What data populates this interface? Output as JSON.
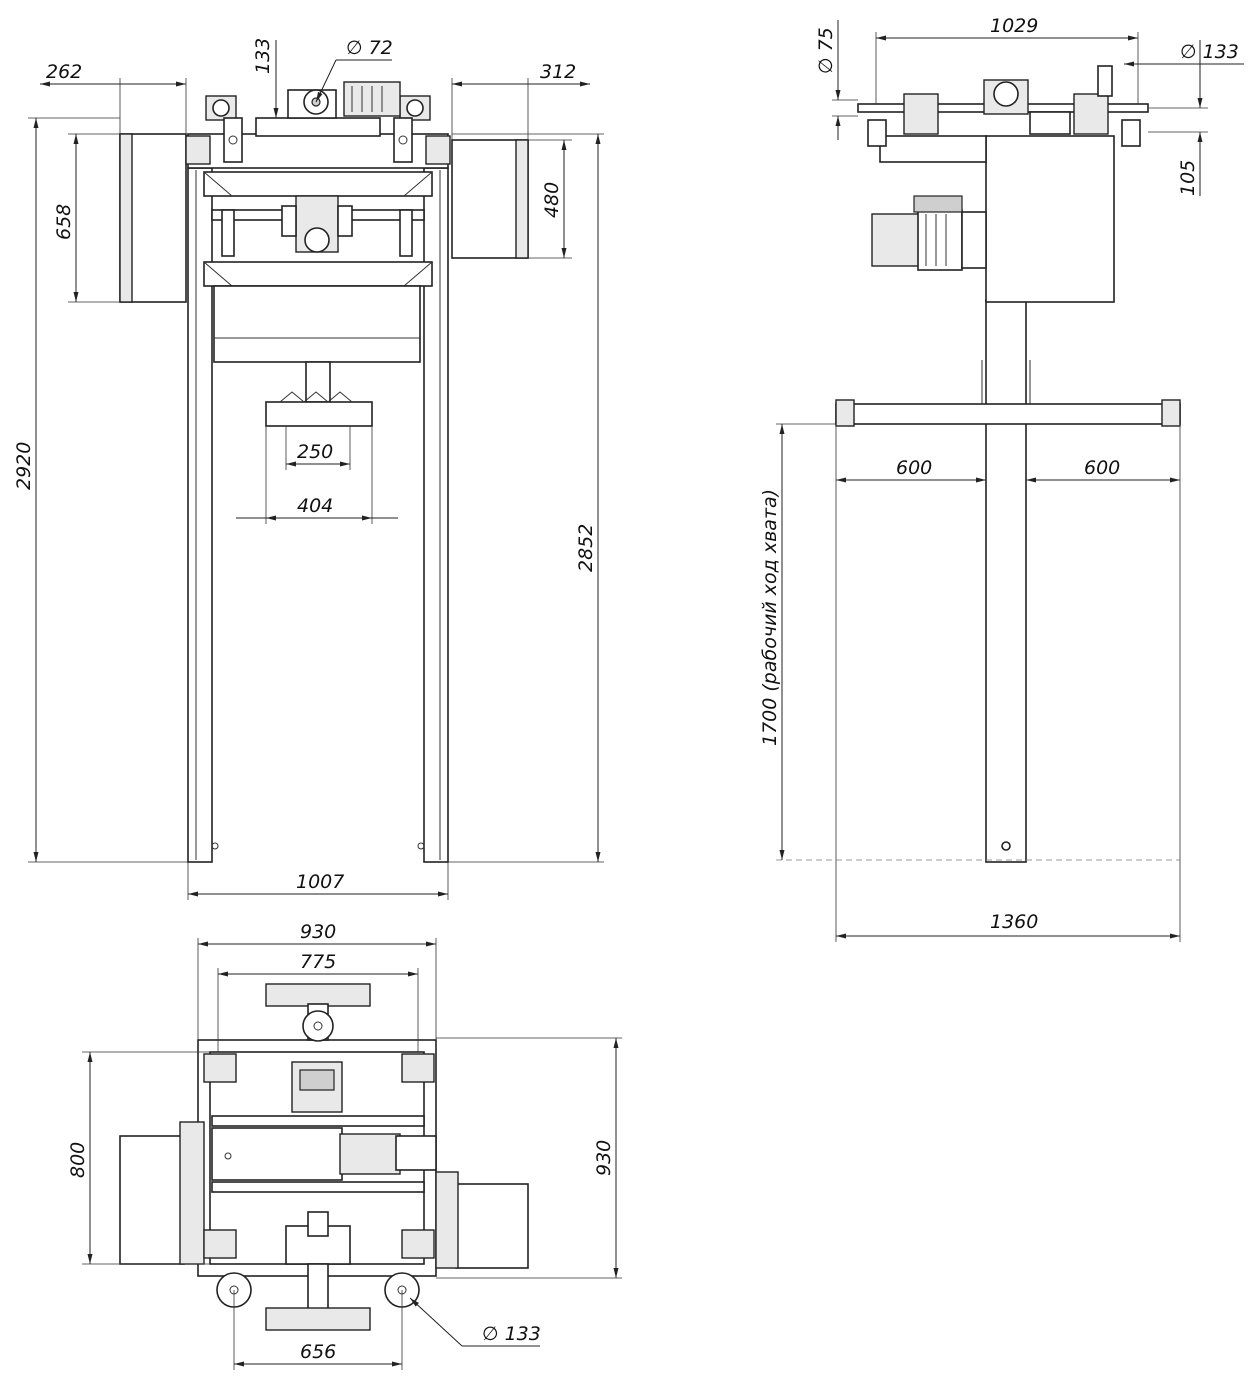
{
  "front_view": {
    "dims": {
      "d262": "262",
      "d133": "133",
      "dia72": "∅ 72",
      "d312": "312",
      "d658": "658",
      "d480": "480",
      "d2920": "2920",
      "d2852": "2852",
      "d250": "250",
      "d404": "404",
      "d1007": "1007"
    }
  },
  "side_view": {
    "dims": {
      "d1029": "1029",
      "dia75": "∅ 75",
      "dia133": "∅ 133",
      "d105": "105",
      "d600_left": "600",
      "d600_right": "600",
      "d1700": "1700 (рабочий ход хвата)",
      "d1360": "1360"
    }
  },
  "top_view": {
    "dims": {
      "d930_top": "930",
      "d775": "775",
      "d800": "800",
      "d930_right": "930",
      "d656": "656",
      "dia133": "∅ 133"
    }
  }
}
